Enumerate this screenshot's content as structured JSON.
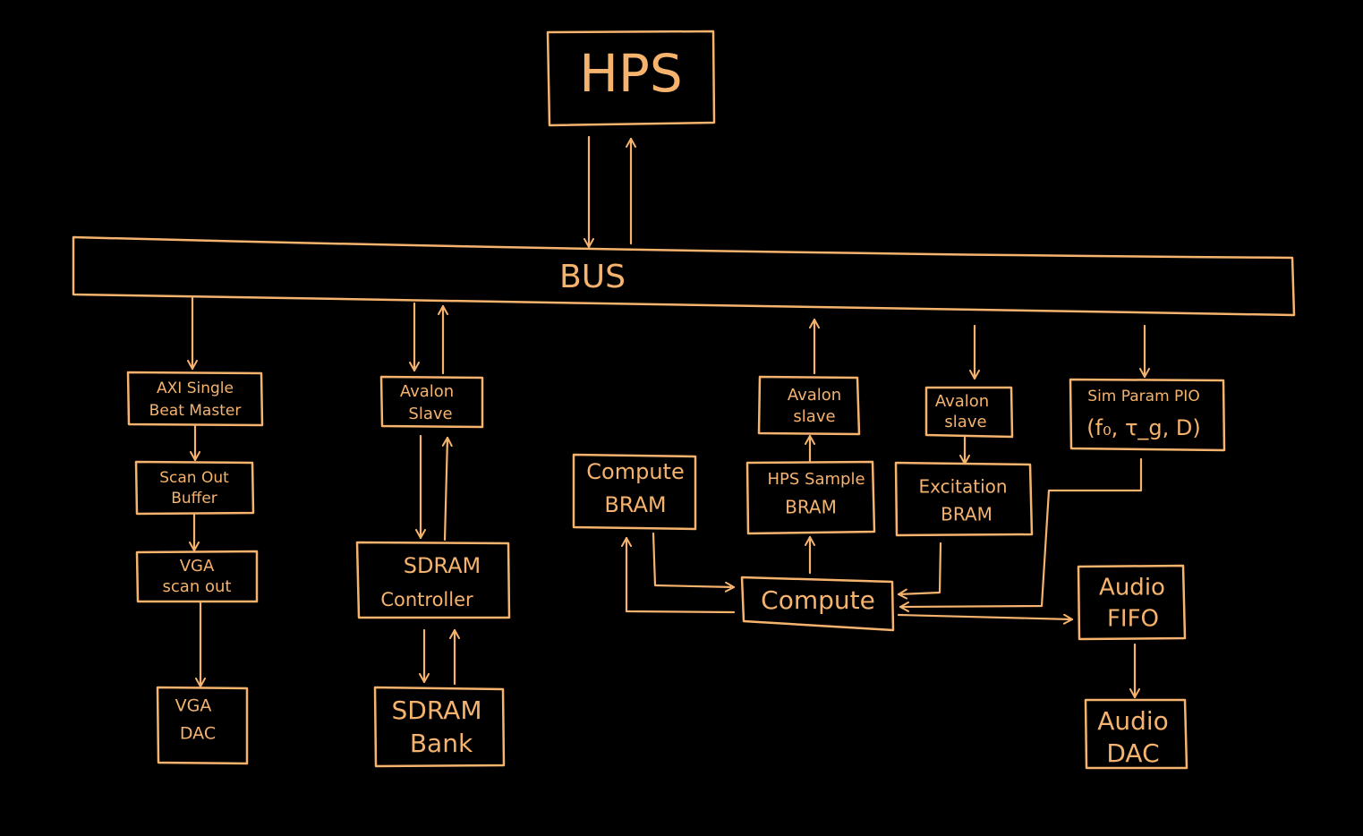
{
  "colors": {
    "background": "#000000",
    "ink": "#F5B36E"
  },
  "blocks": {
    "hps": {
      "label": "HPS"
    },
    "bus": {
      "label": "BUS"
    },
    "axi_master": {
      "line1": "AXI Single",
      "line2": "Beat Master"
    },
    "scan_out_buffer": {
      "line1": "Scan Out",
      "line2": "Buffer"
    },
    "vga_scan_out": {
      "line1": "VGA",
      "line2": "scan out"
    },
    "vga_dac": {
      "line1": "VGA",
      "line2": "DAC"
    },
    "avalon_slave_sdram": {
      "line1": "Avalon",
      "line2": "Slave"
    },
    "sdram_controller": {
      "line1": "SDRAM",
      "line2": "Controller"
    },
    "sdram_bank": {
      "line1": "SDRAM",
      "line2": "Bank"
    },
    "compute_bram": {
      "line1": "Compute",
      "line2": "BRAM"
    },
    "avalon_slave_sample": {
      "line1": "Avalon",
      "line2": "slave"
    },
    "hps_sample_bram": {
      "line1": "HPS Sample",
      "line2": "BRAM"
    },
    "avalon_slave_excitation": {
      "line1": "Avalon",
      "line2": "slave"
    },
    "excitation_bram": {
      "line1": "Excitation",
      "line2": "BRAM"
    },
    "sim_param_pio": {
      "line1": "Sim Param PIO",
      "line2": "(f₀, τ_g, D)"
    },
    "compute": {
      "label": "Compute"
    },
    "audio_fifo": {
      "line1": "Audio",
      "line2": "FIFO"
    },
    "audio_dac": {
      "line1": "Audio",
      "line2": "DAC"
    }
  }
}
